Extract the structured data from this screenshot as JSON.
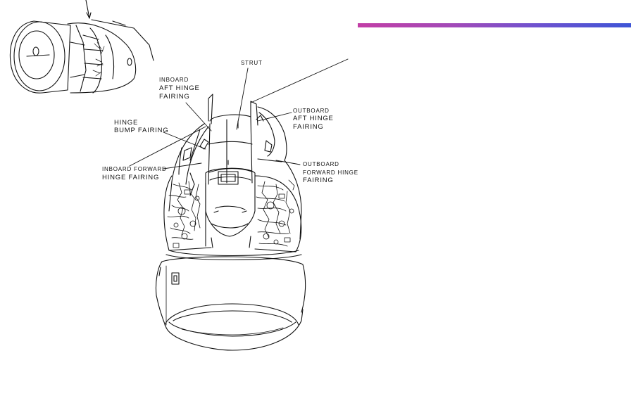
{
  "labels": {
    "strut": "STRUT",
    "inboard_aft_1": "INBOARD",
    "inboard_aft_2": "AFT HINGE",
    "inboard_aft_3": "FAIRING",
    "hinge_bump_1": "HINGE",
    "hinge_bump_2": "BUMP FAIRING",
    "inboard_fwd_1": "INBOARD FORWARD",
    "inboard_fwd_2": "HINGE FAIRING",
    "outboard_aft_1": "OUTBOARD",
    "outboard_aft_2": "AFT HINGE",
    "outboard_aft_3": "FAIRING",
    "outboard_fwd_1": "OUTBOARD",
    "outboard_fwd_2": "FORWARD HINGE",
    "outboard_fwd_3": "FAIRING"
  },
  "colors": {
    "line": "#111111",
    "bar_start": "#c23ea6",
    "bar_end": "#3e55d6"
  }
}
